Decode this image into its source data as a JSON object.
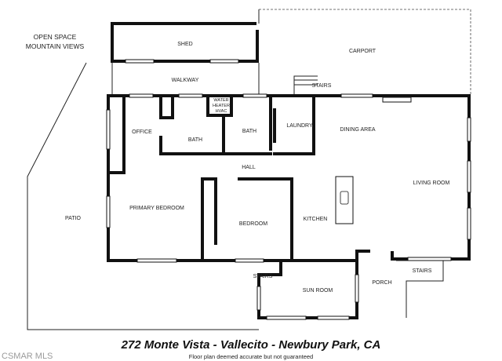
{
  "labels": {
    "open_space": "OPEN SPACE",
    "mountain_views": "MOUNTAIN VIEWS",
    "shed": "SHED",
    "carport": "CARPORT",
    "walkway": "WALKWAY",
    "stairs_top": "STAIRS",
    "water_heater_1": "WATER",
    "water_heater_2": "HEATER",
    "hvac": "HVAC",
    "office": "OFFICE",
    "bath_1": "BATH",
    "bath_2": "BATH",
    "laundry": "LAUNDRY",
    "dining_area": "DINING AREA",
    "hall": "HALL",
    "living_room": "LIVING ROOM",
    "patio": "PATIO",
    "primary_bedroom": "PRIMARY BEDROOM",
    "bedroom": "BEDROOM",
    "kitchen": "KITCHEN",
    "stairs_mid": "STAIRS",
    "stairs_right": "STAIRS",
    "sun_room": "SUN ROOM",
    "porch": "PORCH"
  },
  "title": "272 Monte Vista - Vallecito - Newbury Park, CA",
  "subtitle": "Floor plan deemed accurate but not guaranteed",
  "watermark": "CSMAR MLS",
  "colors": {
    "wall": "#111111",
    "text": "#222222",
    "background": "#ffffff"
  }
}
